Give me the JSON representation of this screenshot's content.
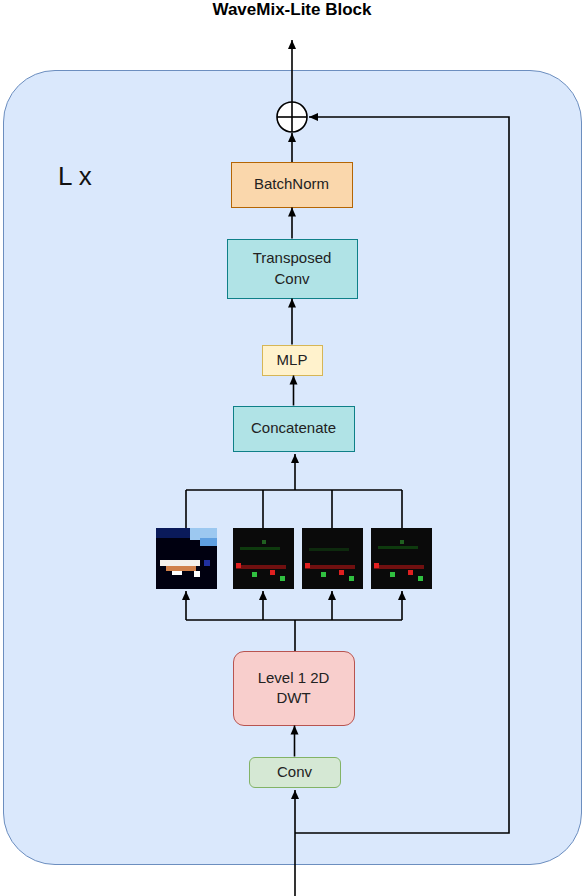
{
  "diagram": {
    "title": "WaveMix-Lite Block",
    "nodes": [
      {
        "text": [
          "L x"
        ]
      },
      {
        "text": [
          "BatchNorm"
        ],
        "in": 0
      },
      {
        "text": [
          "Transposed Conv"
        ],
        "in": 0
      },
      {
        "text": [
          "MLP"
        ],
        "in": 0
      },
      {
        "text": [
          "Concatenate"
        ],
        "in": 0
      },
      {
        "text": [
          "Level 1 2D DWT"
        ],
        "in": 0
      },
      {
        "text": [
          "Conv"
        ],
        "in": 0
      }
    ],
    "edges": [
      {
        "from": 6,
        "to": 5,
        "arrow": "to"
      },
      {
        "from": 4,
        "to": 3,
        "arrow": "to"
      },
      {
        "from": 3,
        "to": 2,
        "arrow": "to"
      },
      {
        "from": 2,
        "to": 1,
        "arrow": "to"
      }
    ]
  }
}
